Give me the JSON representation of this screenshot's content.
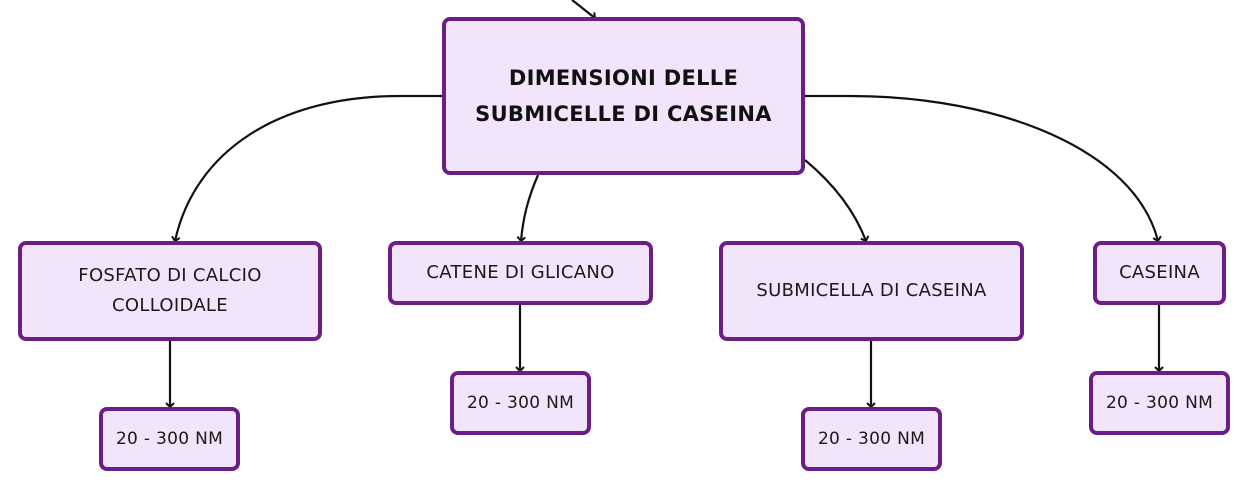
{
  "root": {
    "line1": "DIMENSIONI DELLE",
    "line2": "SUBMICELLE DI CASEINA"
  },
  "children": [
    {
      "id": "fosfato",
      "line1": "FOSFATO DI CALCIO",
      "line2": "COLLOIDALE",
      "value": "20 - 300 NM"
    },
    {
      "id": "catene",
      "line1": "CATENE DI GLICANO",
      "value": "20 - 300 NM"
    },
    {
      "id": "submicella",
      "line1": "SUBMICELLA DI CASEINA",
      "value": "20 - 300 NM"
    },
    {
      "id": "caseina",
      "line1": "CASEINA",
      "value": "20 - 300 NM"
    }
  ],
  "colors": {
    "node_fill": "#f2e5fb",
    "node_border": "#6b1f86",
    "edge": "#111111"
  }
}
